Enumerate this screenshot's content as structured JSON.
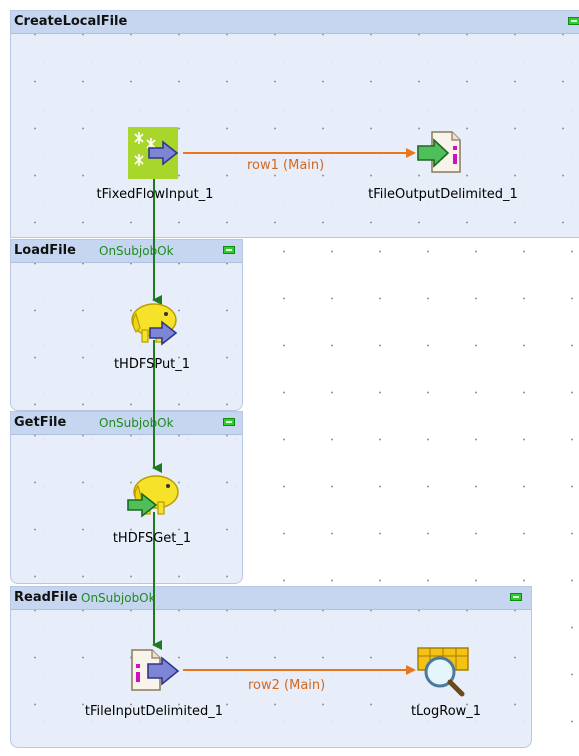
{
  "subjobs": [
    {
      "title": "CreateLocalFile",
      "trigger": ""
    },
    {
      "title": "LoadFile",
      "trigger": "OnSubjobOk"
    },
    {
      "title": "GetFile",
      "trigger": "OnSubjobOk"
    },
    {
      "title": "ReadFile",
      "trigger": "OnSubjobOk"
    }
  ],
  "components": [
    {
      "label": "tFixedFlowInput_1",
      "icon": "fixed-flow-input-icon"
    },
    {
      "label": "tFileOutputDelimited_1",
      "icon": "file-output-delimited-icon"
    },
    {
      "label": "tHDFSPut_1",
      "icon": "hdfs-put-icon"
    },
    {
      "label": "tHDFSGet_1",
      "icon": "hdfs-get-icon"
    },
    {
      "label": "tFileInputDelimited_1",
      "icon": "file-input-delimited-icon"
    },
    {
      "label": "tLogRow_1",
      "icon": "log-row-icon"
    }
  ],
  "links": [
    {
      "label": "row1 (Main)",
      "color": "#e8761e"
    },
    {
      "label": "row2 (Main)",
      "color": "#e8761e"
    }
  ],
  "trigger_color": "#1f7a1f"
}
